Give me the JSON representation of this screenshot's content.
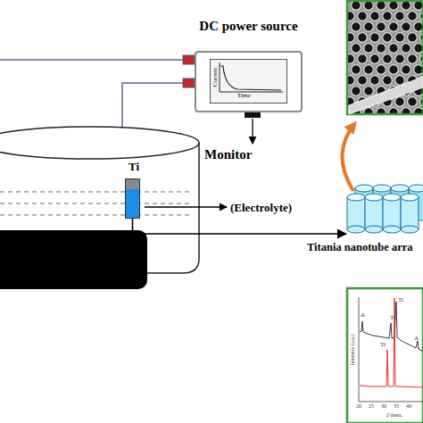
{
  "diagram": {
    "nodes": [
      {
        "text": [
          "DC power source"
        ]
      },
      {
        "text": [
          "Current",
          "Time"
        ],
        "in": 0
      },
      {
        "text": [
          "Ti"
        ]
      },
      {
        "text": [
          "Titania nanotube arra"
        ]
      }
    ],
    "edges": [
      {
        "from": 2,
        "to": 3,
        "arrow": "to"
      }
    ],
    "labels": [
      "Monitor",
      "(Electrolyte)",
      "A",
      "Ti",
      "Ti",
      "Ti",
      "A",
      "Intensity (a.u.)",
      "2 theta,",
      "20",
      "25",
      "30",
      "35",
      "40"
    ]
  }
}
